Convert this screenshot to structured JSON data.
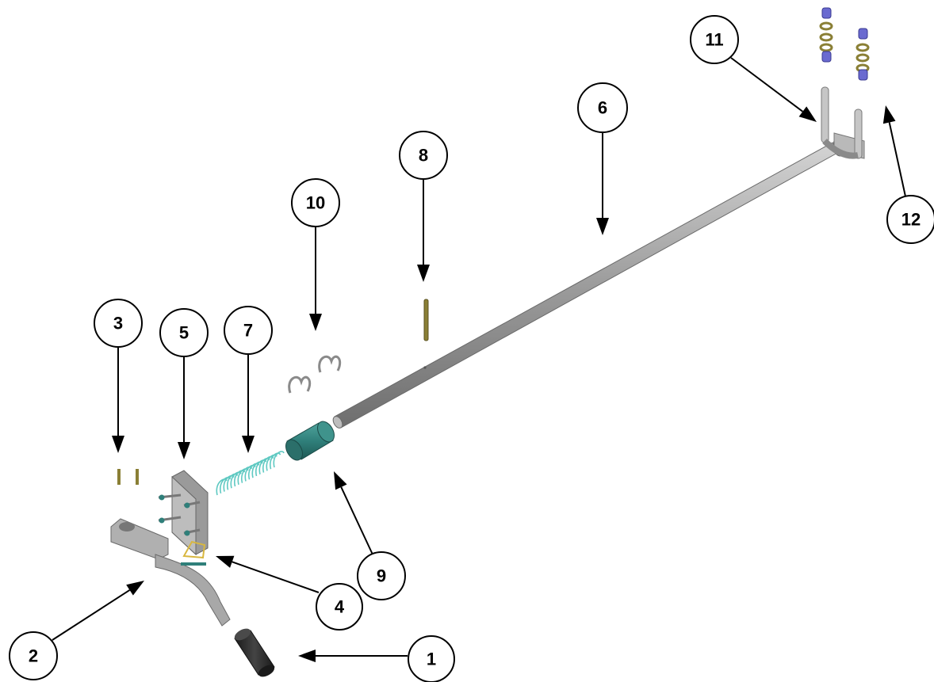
{
  "diagram": {
    "type": "exploded-parts-view",
    "colors": {
      "metal": "#a9a9a9",
      "metal_dark": "#7d7d7d",
      "metal_light": "#cfcfcf",
      "teal": "#2f7f7a",
      "spring": "#5fc9c2",
      "brass": "#8a7f35",
      "yellow_wire": "#d8b740",
      "nut_blue": "#6a6ad0",
      "grip_black": "#2a2a2a"
    },
    "callouts": [
      {
        "id": "1",
        "label": "1",
        "part": "grip"
      },
      {
        "id": "2",
        "label": "2",
        "part": "handle"
      },
      {
        "id": "3",
        "label": "3",
        "part": "pins"
      },
      {
        "id": "4",
        "label": "4",
        "part": "wire-clip"
      },
      {
        "id": "5",
        "label": "5",
        "part": "mounting-plate"
      },
      {
        "id": "6",
        "label": "6",
        "part": "shaft"
      },
      {
        "id": "7",
        "label": "7",
        "part": "spring"
      },
      {
        "id": "8",
        "label": "8",
        "part": "pin"
      },
      {
        "id": "9",
        "label": "9",
        "part": "sleeve"
      },
      {
        "id": "10",
        "label": "10",
        "part": "clips"
      },
      {
        "id": "11",
        "label": "11",
        "part": "u-bolt-bracket"
      },
      {
        "id": "12",
        "label": "12",
        "part": "nuts-and-washers"
      }
    ]
  }
}
